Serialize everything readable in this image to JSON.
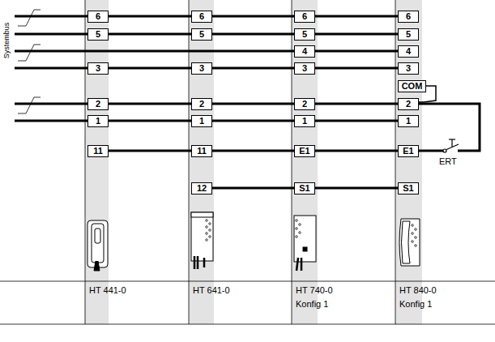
{
  "diagram": {
    "nodes": [
      {
        "text": [
          "6"
        ]
      },
      {
        "text": [
          "6"
        ]
      },
      {
        "text": [
          "6"
        ]
      },
      {
        "text": [
          "6"
        ]
      },
      {
        "text": [
          "5"
        ]
      },
      {
        "text": [
          "5"
        ]
      },
      {
        "text": [
          "5"
        ]
      },
      {
        "text": [
          "5"
        ]
      },
      {
        "text": [
          "4"
        ]
      },
      {
        "text": [
          "4"
        ]
      },
      {
        "text": [
          "3"
        ]
      },
      {
        "text": [
          "3"
        ]
      },
      {
        "text": [
          "3"
        ]
      },
      {
        "text": [
          "3"
        ]
      },
      {
        "text": [
          "COM"
        ]
      },
      {
        "text": [
          "2"
        ]
      },
      {
        "text": [
          "2"
        ]
      },
      {
        "text": [
          "2"
        ]
      },
      {
        "text": [
          "2"
        ]
      },
      {
        "text": [
          "1"
        ]
      },
      {
        "text": [
          "1"
        ]
      },
      {
        "text": [
          "1"
        ]
      },
      {
        "text": [
          "1"
        ]
      },
      {
        "text": [
          "11"
        ]
      },
      {
        "text": [
          "11"
        ]
      },
      {
        "text": [
          "E1"
        ]
      },
      {
        "text": [
          "E1"
        ]
      },
      {
        "text": [
          "12"
        ]
      },
      {
        "text": [
          "S1"
        ]
      },
      {
        "text": [
          "S1"
        ]
      }
    ],
    "edges": [
      {
        "from": 0,
        "to": 1,
        "arrow": "none"
      },
      {
        "from": 1,
        "to": 2,
        "arrow": "none"
      },
      {
        "from": 2,
        "to": 3,
        "arrow": "none"
      },
      {
        "from": 4,
        "to": 5,
        "arrow": "none"
      },
      {
        "from": 5,
        "to": 6,
        "arrow": "none"
      },
      {
        "from": 6,
        "to": 7,
        "arrow": "none"
      },
      {
        "from": 8,
        "to": 9,
        "arrow": "none"
      },
      {
        "from": 10,
        "to": 11,
        "arrow": "none"
      },
      {
        "from": 11,
        "to": 12,
        "arrow": "none"
      },
      {
        "from": 12,
        "to": 13,
        "arrow": "none"
      },
      {
        "from": 14,
        "to": 18,
        "arrow": "none"
      },
      {
        "from": 15,
        "to": 16,
        "arrow": "none"
      },
      {
        "from": 16,
        "to": 17,
        "arrow": "none"
      },
      {
        "from": 17,
        "to": 18,
        "arrow": "none"
      },
      {
        "from": 19,
        "to": 20,
        "arrow": "none"
      },
      {
        "from": 20,
        "to": 21,
        "arrow": "none"
      },
      {
        "from": 21,
        "to": 22,
        "arrow": "none"
      },
      {
        "from": 23,
        "to": 24,
        "arrow": "none"
      },
      {
        "from": 24,
        "to": 25,
        "arrow": "none"
      },
      {
        "from": 25,
        "to": 26,
        "arrow": "none"
      },
      {
        "from": 27,
        "to": 28,
        "arrow": "none"
      },
      {
        "from": 28,
        "to": 29,
        "arrow": "none"
      }
    ],
    "labels": [
      "Systembus",
      "ERT",
      "HT 441-0",
      "HT 641-0",
      "HT 740-0",
      "Konfig 1",
      "HT 840-0",
      "Konfig 1"
    ]
  }
}
